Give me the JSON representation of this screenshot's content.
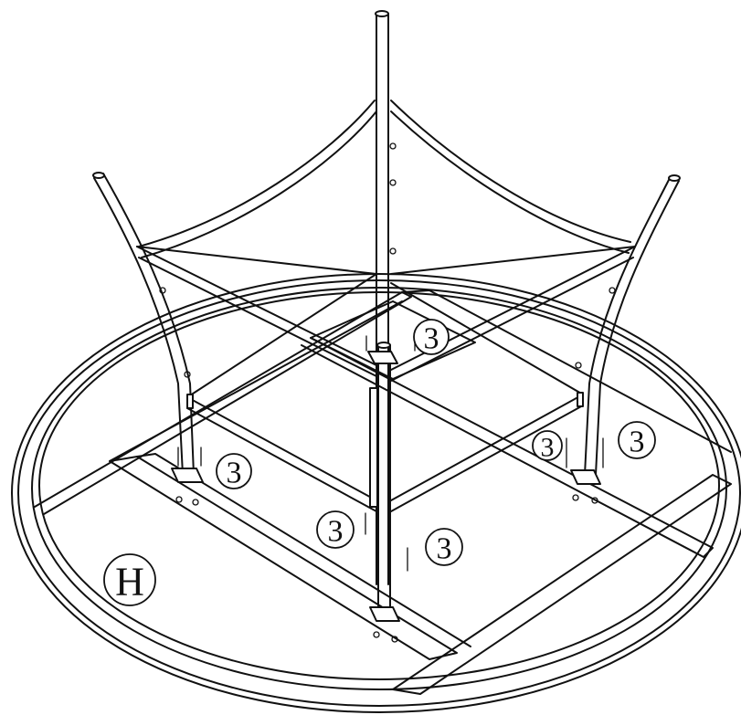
{
  "part_label": "H",
  "callouts": [
    {
      "id": "center",
      "text": "3"
    },
    {
      "id": "left",
      "text": "3"
    },
    {
      "id": "right-a",
      "text": "3"
    },
    {
      "id": "right-b",
      "text": "3"
    },
    {
      "id": "front-a",
      "text": "3"
    },
    {
      "id": "front-b",
      "text": "3"
    }
  ]
}
